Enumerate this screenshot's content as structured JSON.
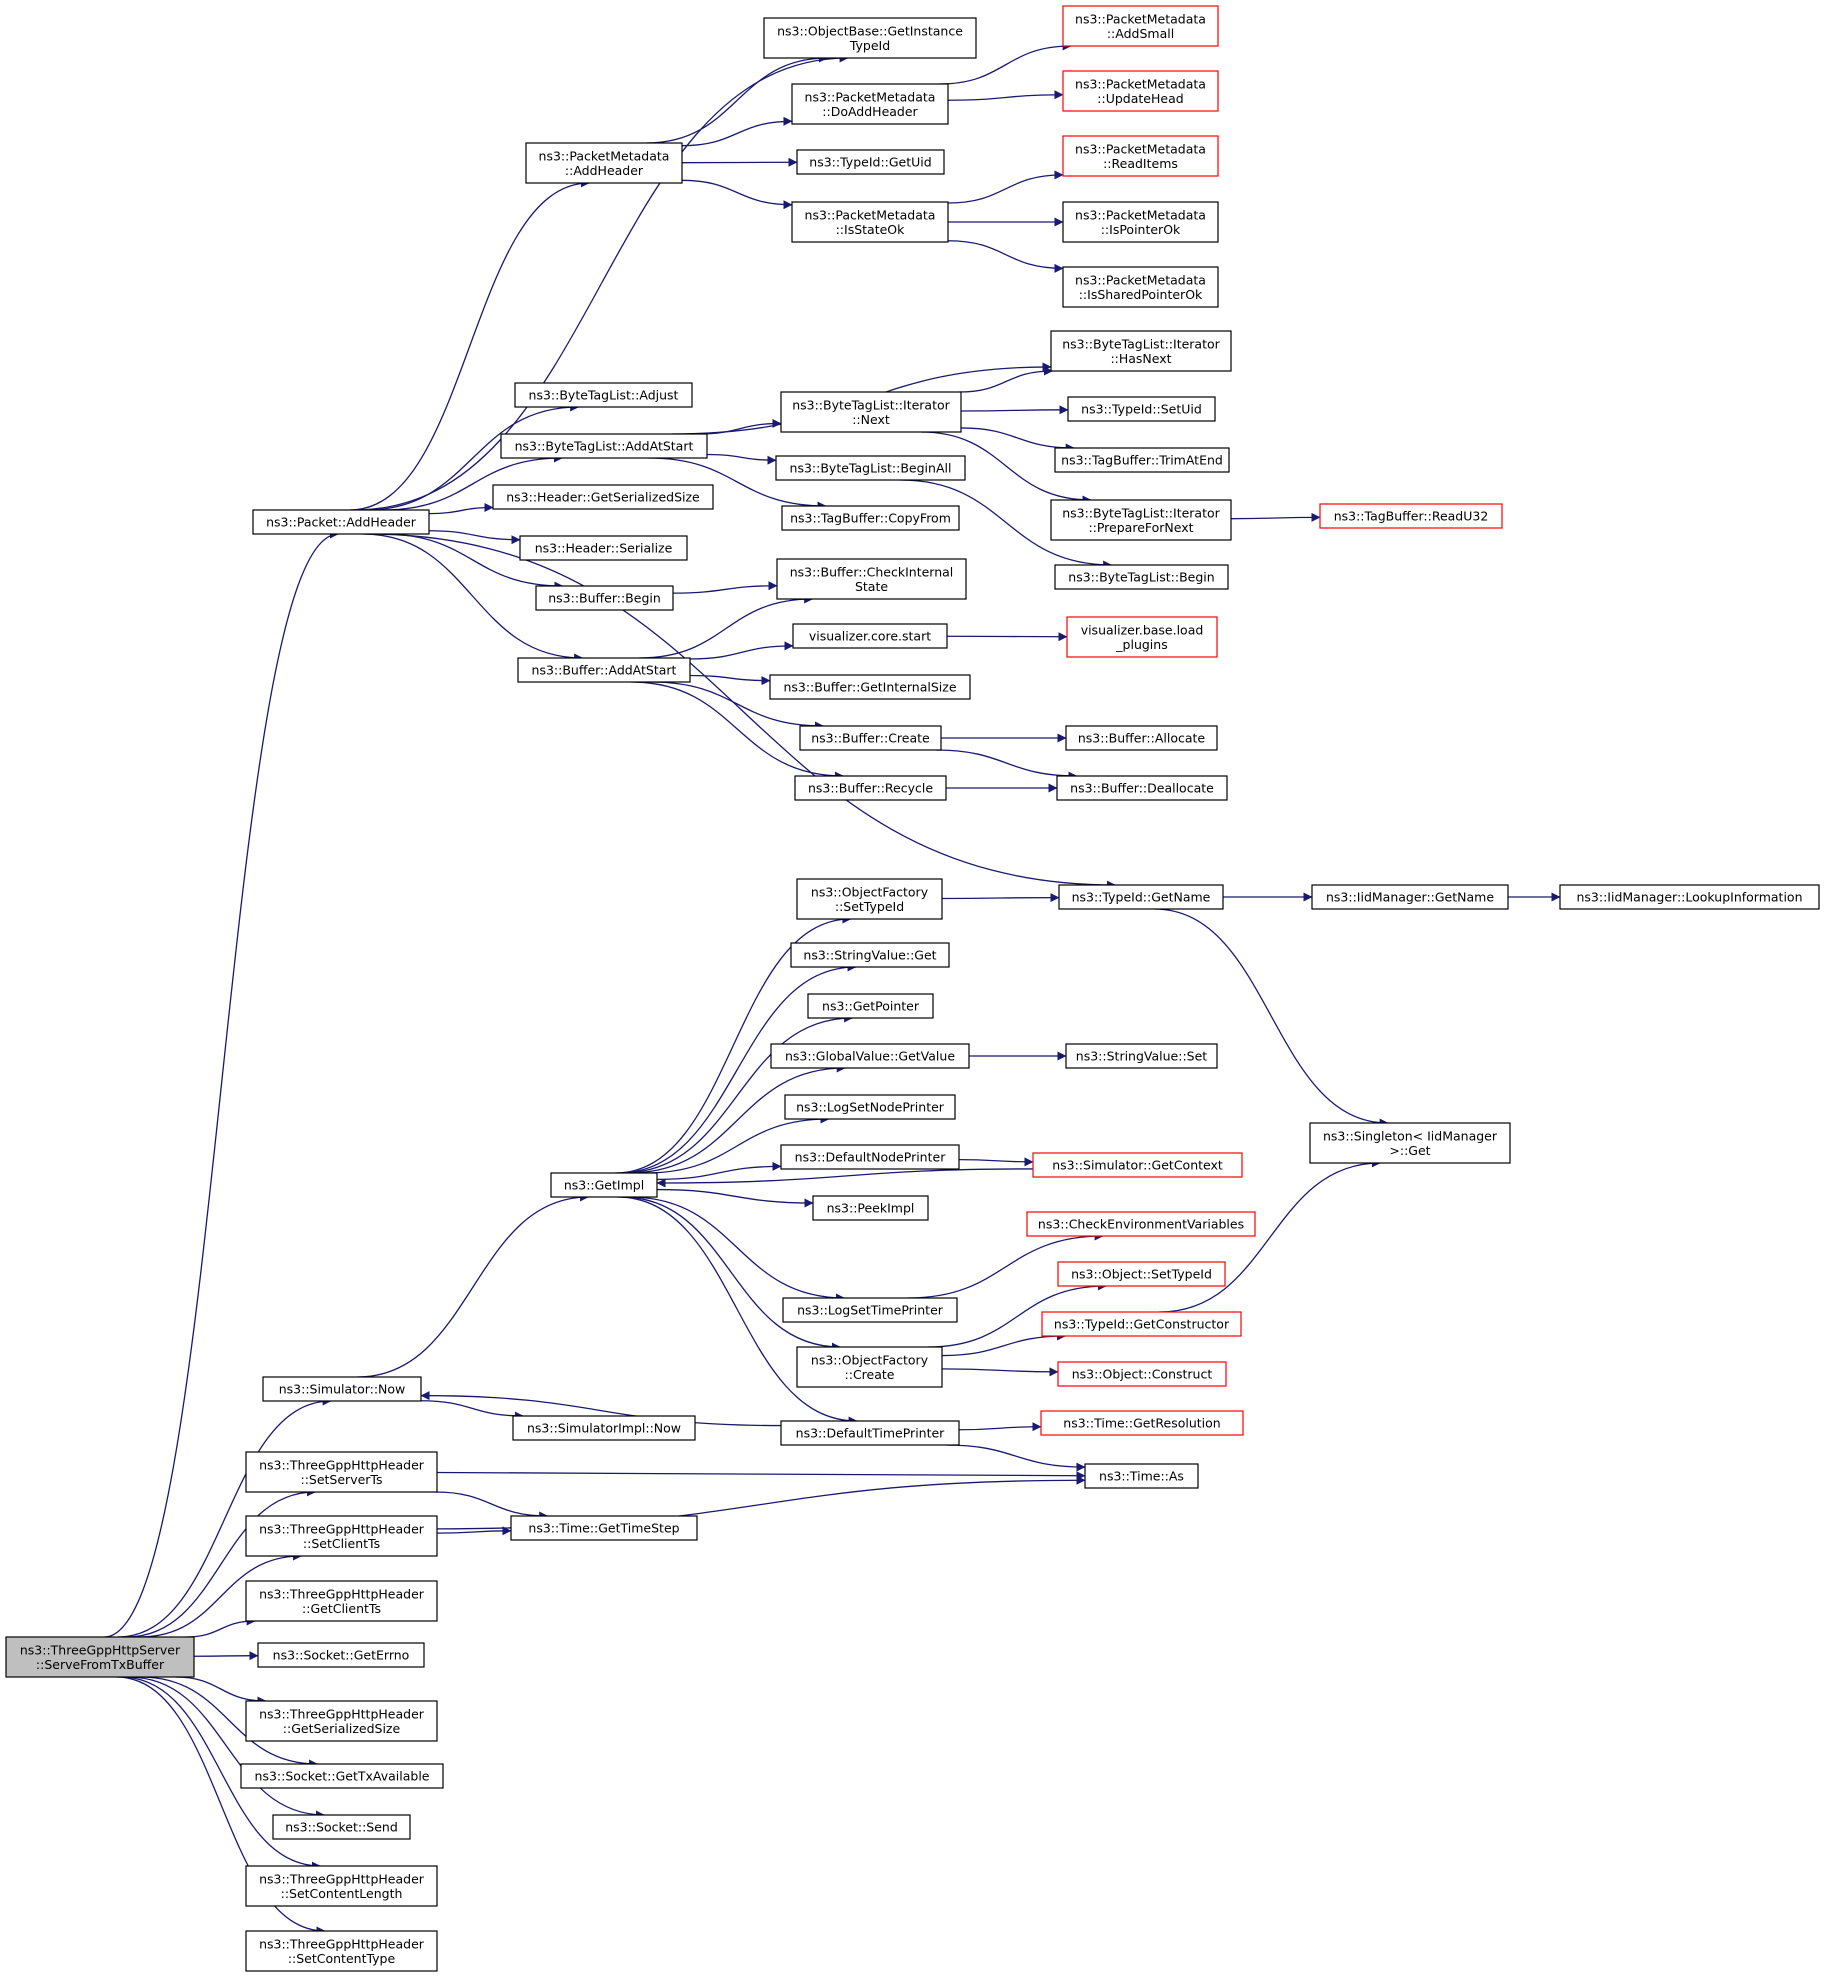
{
  "nodes": {
    "root": {
      "lines": [
        "ns3::ThreeGppHttpServer",
        "::ServeFromTxBuffer"
      ],
      "root": true
    },
    "pkt_addh": {
      "lines": [
        "ns3::Packet::AddHeader"
      ]
    },
    "sim_now": {
      "lines": [
        "ns3::Simulator::Now"
      ]
    },
    "set_server_ts": {
      "lines": [
        "ns3::ThreeGppHttpHeader",
        "::SetServerTs"
      ]
    },
    "set_client_ts": {
      "lines": [
        "ns3::ThreeGppHttpHeader",
        "::SetClientTs"
      ]
    },
    "get_client_ts": {
      "lines": [
        "ns3::ThreeGppHttpHeader",
        "::GetClientTs"
      ]
    },
    "sock_errno": {
      "lines": [
        "ns3::Socket::GetErrno"
      ]
    },
    "get_ser_size": {
      "lines": [
        "ns3::ThreeGppHttpHeader",
        "::GetSerializedSize"
      ]
    },
    "sock_txavail": {
      "lines": [
        "ns3::Socket::GetTxAvailable"
      ]
    },
    "sock_send": {
      "lines": [
        "ns3::Socket::Send"
      ]
    },
    "set_clen": {
      "lines": [
        "ns3::ThreeGppHttpHeader",
        "::SetContentLength"
      ]
    },
    "set_ctype": {
      "lines": [
        "ns3::ThreeGppHttpHeader",
        "::SetContentType"
      ]
    },
    "pm_addh": {
      "lines": [
        "ns3::PacketMetadata",
        "::AddHeader"
      ]
    },
    "btl_adjust": {
      "lines": [
        "ns3::ByteTagList::Adjust"
      ]
    },
    "btl_addstart": {
      "lines": [
        "ns3::ByteTagList::AddAtStart"
      ]
    },
    "hdr_getsize": {
      "lines": [
        "ns3::Header::GetSerializedSize"
      ]
    },
    "hdr_ser": {
      "lines": [
        "ns3::Header::Serialize"
      ]
    },
    "buf_begin": {
      "lines": [
        "ns3::Buffer::Begin"
      ]
    },
    "buf_addstart": {
      "lines": [
        "ns3::Buffer::AddAtStart"
      ]
    },
    "getimpl": {
      "lines": [
        "ns3::GetImpl"
      ]
    },
    "simimpl_now": {
      "lines": [
        "ns3::SimulatorImpl::Now"
      ]
    },
    "time_step": {
      "lines": [
        "ns3::Time::GetTimeStep"
      ]
    },
    "ob_gettid": {
      "lines": [
        "ns3::ObjectBase::GetInstance",
        "TypeId"
      ]
    },
    "pm_doaddh": {
      "lines": [
        "ns3::PacketMetadata",
        "::DoAddHeader"
      ]
    },
    "tid_getuid": {
      "lines": [
        "ns3::TypeId::GetUid"
      ]
    },
    "pm_isstate": {
      "lines": [
        "ns3::PacketMetadata",
        "::IsStateOk"
      ]
    },
    "btl_next": {
      "lines": [
        "ns3::ByteTagList::Iterator",
        "::Next"
      ]
    },
    "btl_beginall": {
      "lines": [
        "ns3::ByteTagList::BeginAll"
      ]
    },
    "tb_copyfrom": {
      "lines": [
        "ns3::TagBuffer::CopyFrom"
      ]
    },
    "buf_checkint": {
      "lines": [
        "ns3::Buffer::CheckInternal",
        "State"
      ]
    },
    "viz_start": {
      "lines": [
        "visualizer.core.start"
      ]
    },
    "buf_getint": {
      "lines": [
        "ns3::Buffer::GetInternalSize"
      ]
    },
    "buf_create": {
      "lines": [
        "ns3::Buffer::Create"
      ]
    },
    "buf_recycle": {
      "lines": [
        "ns3::Buffer::Recycle"
      ]
    },
    "of_settid": {
      "lines": [
        "ns3::ObjectFactory",
        "::SetTypeId"
      ]
    },
    "sv_get": {
      "lines": [
        "ns3::StringValue::Get"
      ]
    },
    "getpointer": {
      "lines": [
        "ns3::GetPointer"
      ]
    },
    "gv_getvalue": {
      "lines": [
        "ns3::GlobalValue::GetValue"
      ]
    },
    "log_nodeprint": {
      "lines": [
        "ns3::LogSetNodePrinter"
      ]
    },
    "def_nodeprint": {
      "lines": [
        "ns3::DefaultNodePrinter"
      ]
    },
    "peekimpl": {
      "lines": [
        "ns3::PeekImpl"
      ]
    },
    "log_timeprint": {
      "lines": [
        "ns3::LogSetTimePrinter"
      ]
    },
    "of_create": {
      "lines": [
        "ns3::ObjectFactory",
        "::Create"
      ]
    },
    "def_timeprint": {
      "lines": [
        "ns3::DefaultTimePrinter"
      ]
    },
    "pm_addsmall": {
      "lines": [
        "ns3::PacketMetadata",
        "::AddSmall"
      ],
      "truncated": true
    },
    "pm_updhead": {
      "lines": [
        "ns3::PacketMetadata",
        "::UpdateHead"
      ],
      "truncated": true
    },
    "pm_readitems": {
      "lines": [
        "ns3::PacketMetadata",
        "::ReadItems"
      ],
      "truncated": true
    },
    "pm_isptr": {
      "lines": [
        "ns3::PacketMetadata",
        "::IsPointerOk"
      ]
    },
    "pm_isshptr": {
      "lines": [
        "ns3::PacketMetadata",
        "::IsSharedPointerOk"
      ]
    },
    "btl_hasnext": {
      "lines": [
        "ns3::ByteTagList::Iterator",
        "::HasNext"
      ]
    },
    "tid_setuid": {
      "lines": [
        "ns3::TypeId::SetUid"
      ]
    },
    "tb_trim": {
      "lines": [
        "ns3::TagBuffer::TrimAtEnd"
      ]
    },
    "btl_prep": {
      "lines": [
        "ns3::ByteTagList::Iterator",
        "::PrepareForNext"
      ]
    },
    "btl_begin": {
      "lines": [
        "ns3::ByteTagList::Begin"
      ]
    },
    "viz_load": {
      "lines": [
        "visualizer.base.load",
        "_plugins"
      ],
      "truncated": true
    },
    "buf_alloc": {
      "lines": [
        "ns3::Buffer::Allocate"
      ]
    },
    "buf_dealloc": {
      "lines": [
        "ns3::Buffer::Deallocate"
      ]
    },
    "tid_getname": {
      "lines": [
        "ns3::TypeId::GetName"
      ]
    },
    "sv_set": {
      "lines": [
        "ns3::StringValue::Set"
      ]
    },
    "sim_getctx": {
      "lines": [
        "ns3::Simulator::GetContext"
      ],
      "truncated": true
    },
    "check_env": {
      "lines": [
        "ns3::CheckEnvironmentVariables"
      ],
      "truncated": true
    },
    "obj_settid": {
      "lines": [
        "ns3::Object::SetTypeId"
      ],
      "truncated": true
    },
    "tid_getctor": {
      "lines": [
        "ns3::TypeId::GetConstructor"
      ],
      "truncated": true
    },
    "obj_construct": {
      "lines": [
        "ns3::Object::Construct"
      ],
      "truncated": true
    },
    "time_getres": {
      "lines": [
        "ns3::Time::GetResolution"
      ],
      "truncated": true
    },
    "time_as": {
      "lines": [
        "ns3::Time::As"
      ]
    },
    "tb_readu32": {
      "lines": [
        "ns3::TagBuffer::ReadU32"
      ],
      "truncated": true
    },
    "iid_getname": {
      "lines": [
        "ns3::IidManager::GetName"
      ]
    },
    "singleton_get": {
      "lines": [
        "ns3::Singleton< IidManager",
        ">::Get"
      ]
    },
    "iid_lookup": {
      "lines": [
        "ns3::IidManager::LookupInformation"
      ]
    }
  },
  "edges": [
    [
      "root",
      "pkt_addh"
    ],
    [
      "root",
      "sim_now"
    ],
    [
      "root",
      "set_server_ts"
    ],
    [
      "root",
      "set_client_ts"
    ],
    [
      "root",
      "get_client_ts"
    ],
    [
      "root",
      "sock_errno"
    ],
    [
      "root",
      "get_ser_size"
    ],
    [
      "root",
      "sock_txavail"
    ],
    [
      "root",
      "sock_send"
    ],
    [
      "root",
      "set_clen"
    ],
    [
      "root",
      "set_ctype"
    ],
    [
      "pkt_addh",
      "ob_gettid"
    ],
    [
      "pkt_addh",
      "pm_addh"
    ],
    [
      "pkt_addh",
      "btl_adjust"
    ],
    [
      "pkt_addh",
      "btl_addstart"
    ],
    [
      "pkt_addh",
      "hdr_getsize"
    ],
    [
      "pkt_addh",
      "hdr_ser"
    ],
    [
      "pkt_addh",
      "buf_begin"
    ],
    [
      "pkt_addh",
      "buf_addstart"
    ],
    [
      "pkt_addh",
      "tid_getname"
    ],
    [
      "pm_addh",
      "ob_gettid"
    ],
    [
      "pm_addh",
      "pm_doaddh"
    ],
    [
      "pm_addh",
      "tid_getuid"
    ],
    [
      "pm_addh",
      "pm_isstate"
    ],
    [
      "pm_doaddh",
      "pm_addsmall"
    ],
    [
      "pm_doaddh",
      "pm_updhead"
    ],
    [
      "pm_isstate",
      "pm_readitems"
    ],
    [
      "pm_isstate",
      "pm_isptr"
    ],
    [
      "pm_isstate",
      "pm_isshptr"
    ],
    [
      "btl_addstart",
      "btl_hasnext"
    ],
    [
      "btl_addstart",
      "btl_next"
    ],
    [
      "btl_addstart",
      "btl_beginall"
    ],
    [
      "btl_addstart",
      "tb_copyfrom"
    ],
    [
      "btl_next",
      "btl_hasnext"
    ],
    [
      "btl_next",
      "tid_setuid"
    ],
    [
      "btl_next",
      "tb_trim"
    ],
    [
      "btl_next",
      "btl_prep"
    ],
    [
      "btl_beginall",
      "btl_begin"
    ],
    [
      "btl_prep",
      "tb_readu32"
    ],
    [
      "buf_begin",
      "buf_checkint"
    ],
    [
      "buf_addstart",
      "buf_checkint"
    ],
    [
      "buf_addstart",
      "viz_start"
    ],
    [
      "buf_addstart",
      "buf_getint"
    ],
    [
      "buf_addstart",
      "buf_create"
    ],
    [
      "buf_addstart",
      "buf_recycle"
    ],
    [
      "viz_start",
      "viz_load"
    ],
    [
      "buf_create",
      "buf_alloc"
    ],
    [
      "buf_create",
      "buf_dealloc"
    ],
    [
      "buf_recycle",
      "buf_dealloc"
    ],
    [
      "tid_getname",
      "iid_getname"
    ],
    [
      "tid_getname",
      "singleton_get"
    ],
    [
      "iid_getname",
      "iid_lookup"
    ],
    [
      "sim_now",
      "getimpl"
    ],
    [
      "sim_now",
      "simimpl_now"
    ],
    [
      "getimpl",
      "of_settid"
    ],
    [
      "getimpl",
      "sv_get"
    ],
    [
      "getimpl",
      "getpointer"
    ],
    [
      "getimpl",
      "gv_getvalue"
    ],
    [
      "getimpl",
      "log_nodeprint"
    ],
    [
      "getimpl",
      "def_nodeprint"
    ],
    [
      "getimpl",
      "peekimpl"
    ],
    [
      "getimpl",
      "log_timeprint"
    ],
    [
      "getimpl",
      "of_create"
    ],
    [
      "getimpl",
      "def_timeprint"
    ],
    [
      "of_settid",
      "tid_getname"
    ],
    [
      "gv_getvalue",
      "sv_set"
    ],
    [
      "def_nodeprint",
      "sim_getctx"
    ],
    [
      "sim_getctx",
      "getimpl"
    ],
    [
      "log_timeprint",
      "check_env"
    ],
    [
      "of_create",
      "obj_settid"
    ],
    [
      "of_create",
      "tid_getctor"
    ],
    [
      "of_create",
      "obj_construct"
    ],
    [
      "tid_getctor",
      "singleton_get"
    ],
    [
      "def_timeprint",
      "sim_now"
    ],
    [
      "def_timeprint",
      "time_getres"
    ],
    [
      "def_timeprint",
      "time_as"
    ],
    [
      "set_server_ts",
      "time_as"
    ],
    [
      "set_server_ts",
      "time_step"
    ],
    [
      "set_client_ts",
      "time_step"
    ],
    [
      "set_client_ts",
      "time_as"
    ]
  ]
}
